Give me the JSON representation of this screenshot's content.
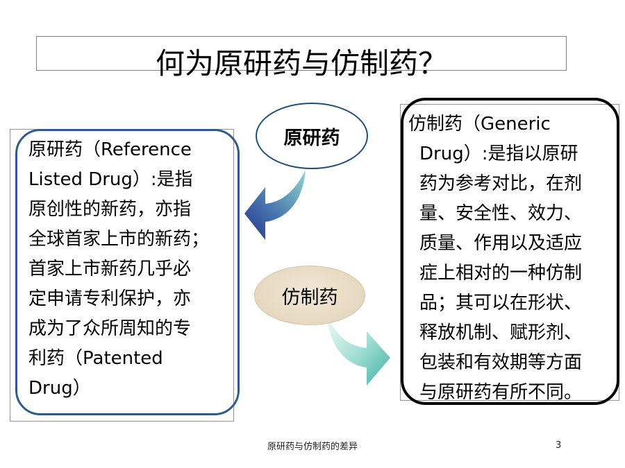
{
  "slide": {
    "title": "何为原研药与仿制药？",
    "footer": "原研药与仿制药的差异",
    "page_number": "3"
  },
  "left_panel": {
    "lines": [
      "原研药（Reference",
      "Listed Drug）:是指",
      "原创性的新药，亦指",
      "全球首家上市的新药；",
      "首家上市新药几乎必",
      "定申请专利保护，亦",
      "成为了众所周知的专",
      "利药（Patented",
      "Drug）"
    ]
  },
  "right_panel": {
    "lines": [
      "仿制药（Generic",
      "Drug）:是指以原研",
      "药为参考对比，在剂",
      "量、安全性、效力、",
      "质量、作用以及适应",
      "症上相对的一种仿制",
      "品；其可以在形状、",
      "释放机制、赋形剂、",
      "包装和有效期等方面",
      "与原研药有所不同。"
    ]
  },
  "center": {
    "original_label": "原研药",
    "generic_label": "仿制药"
  },
  "colors": {
    "left_border": "#2e5c8a",
    "right_border": "#000000",
    "arrow_dark": "#2a3f8f",
    "arrow_light": "#7fd3c8"
  }
}
